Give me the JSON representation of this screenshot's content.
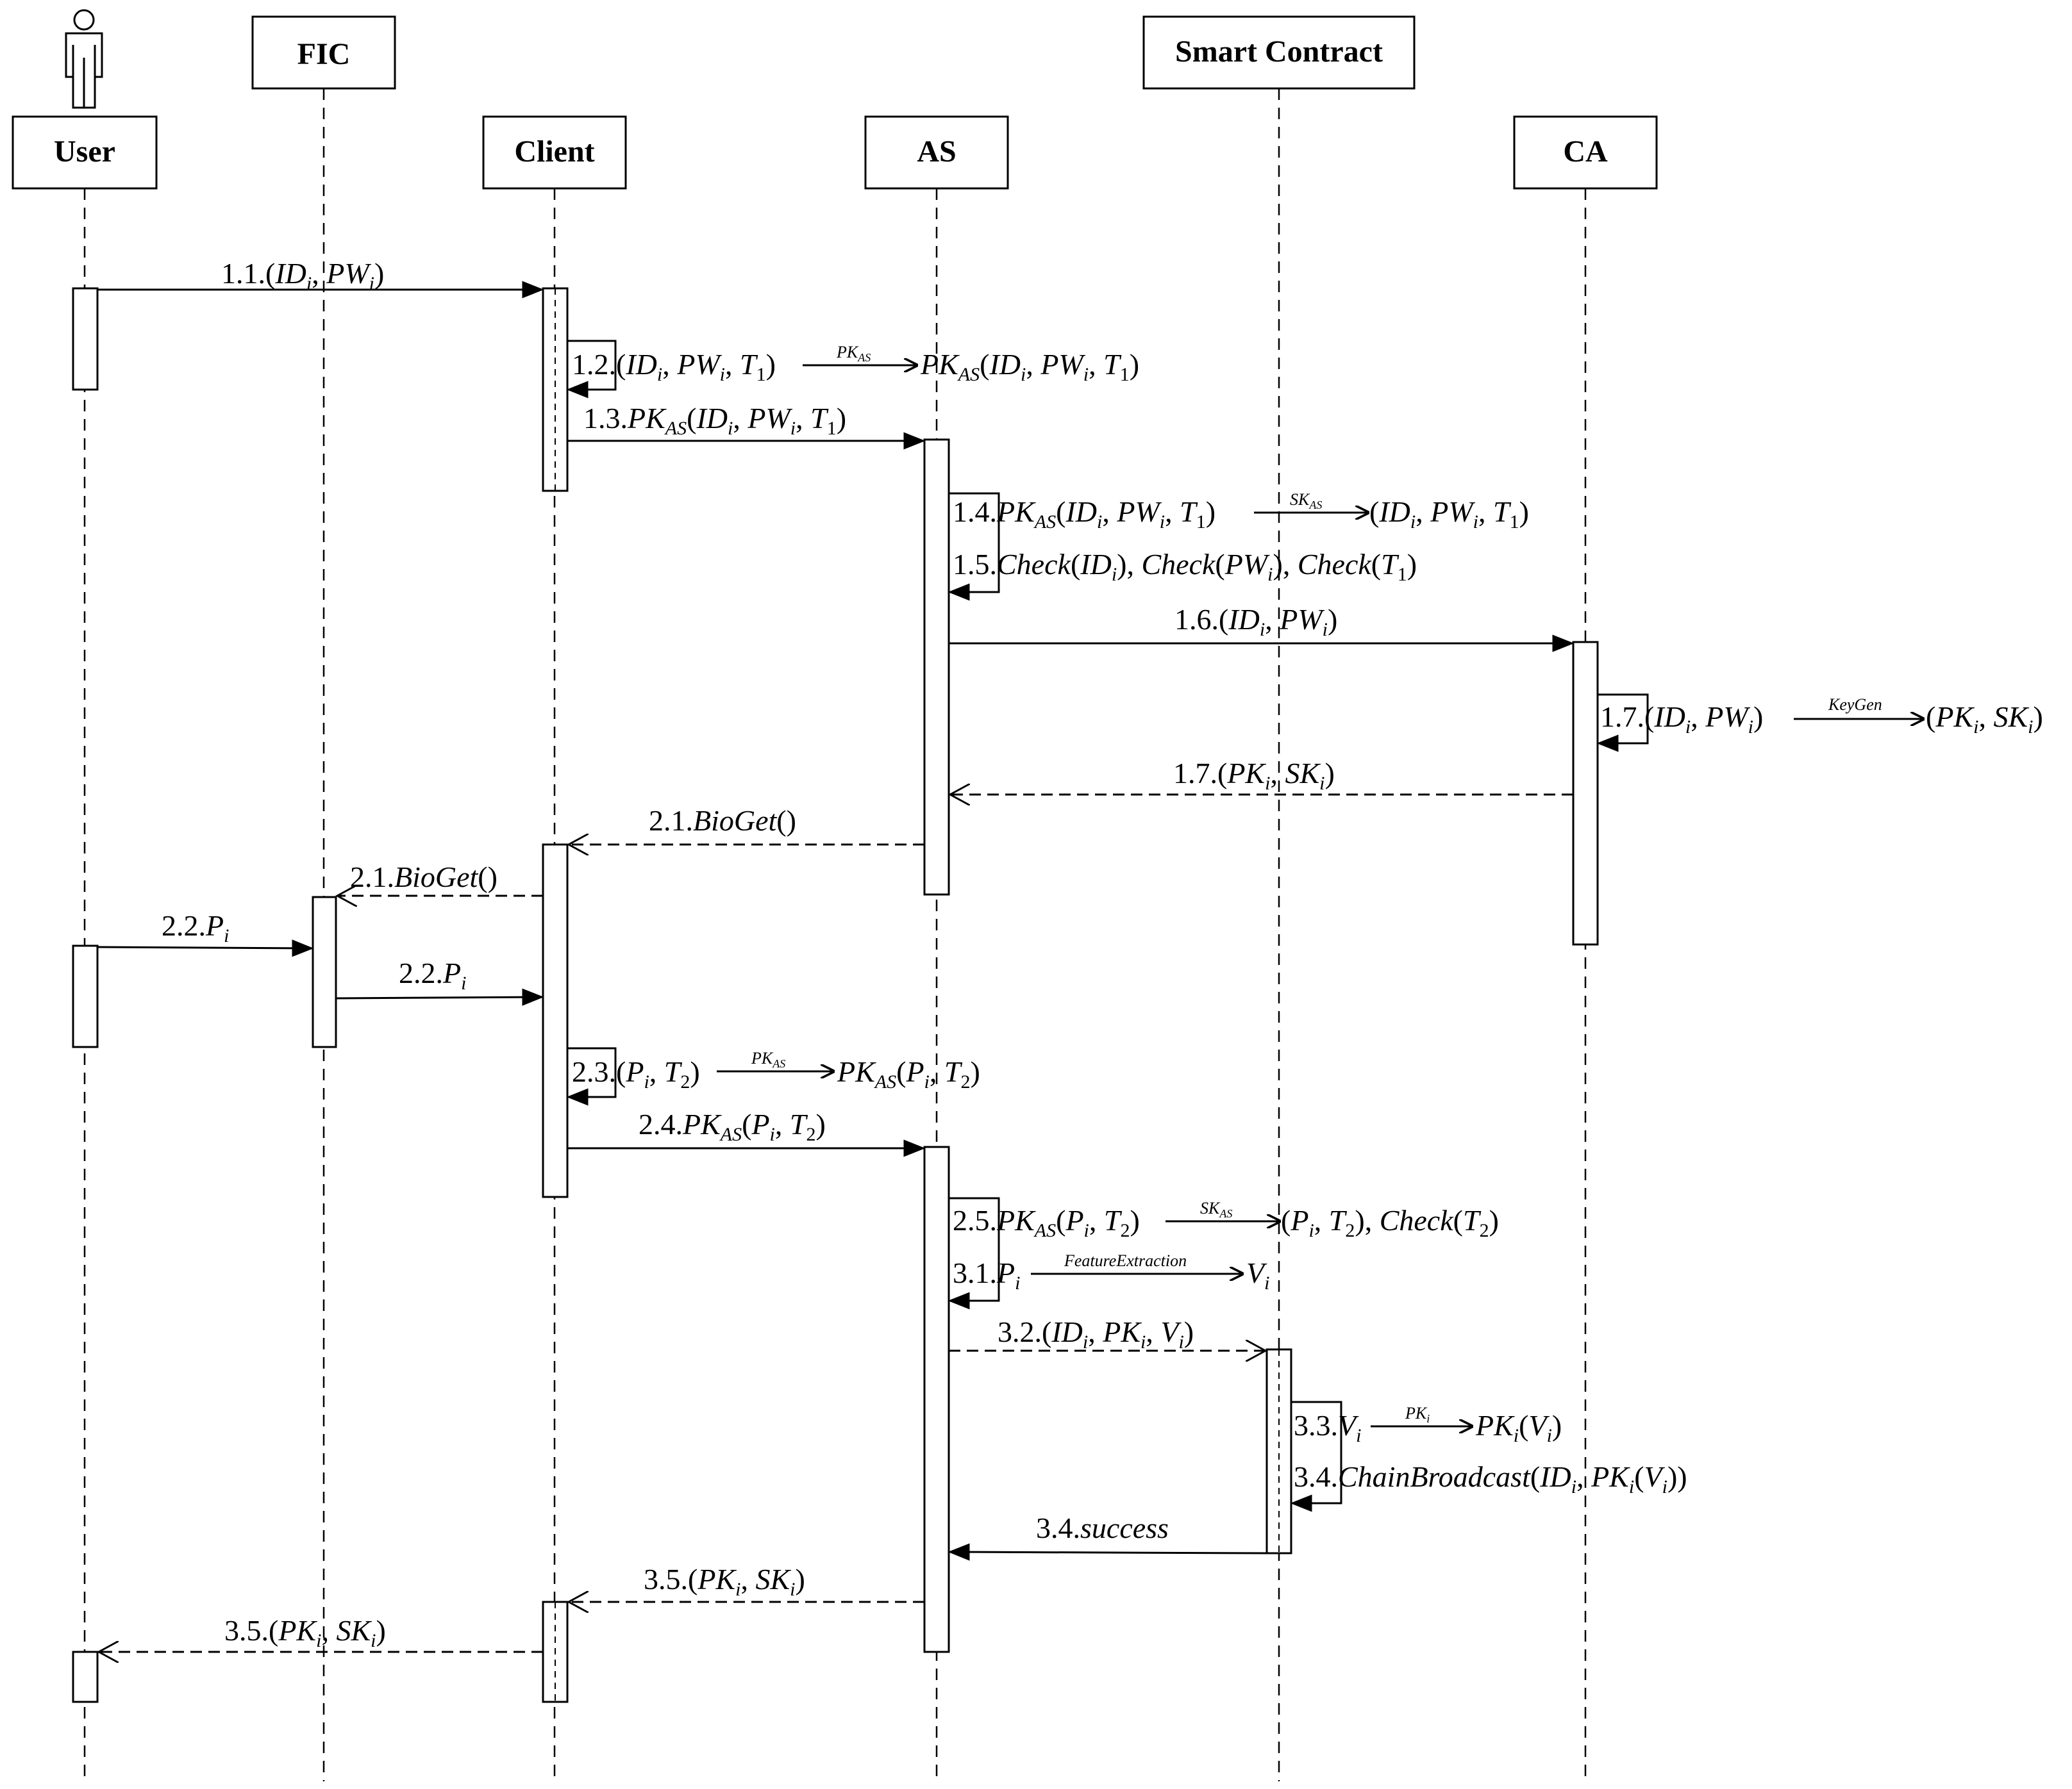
{
  "participants": [
    {
      "id": "user",
      "label": "User"
    },
    {
      "id": "fic",
      "label": "FIC"
    },
    {
      "id": "client",
      "label": "Client"
    },
    {
      "id": "as",
      "label": "AS"
    },
    {
      "id": "smart_contract",
      "label": "Smart Contract"
    },
    {
      "id": "ca",
      "label": "CA"
    }
  ],
  "messages": [
    {
      "step": "1.1",
      "label": "1.1.(ID_i, PW_i)",
      "from": "user",
      "to": "client",
      "style": "solid"
    },
    {
      "step": "1.2",
      "label": "1.2.(ID_i, PW_i, T_1) —PK_AS→ PK_AS(ID_i, PW_i, T_1)",
      "from": "client",
      "to": "client",
      "style": "self"
    },
    {
      "step": "1.3",
      "label": "1.3.PK_AS(ID_i, PW_i, T_1)",
      "from": "client",
      "to": "as",
      "style": "solid"
    },
    {
      "step": "1.4",
      "label": "1.4.PK_AS(ID_i, PW_i, T_1) —SK_AS→ (ID_i, PW_i, T_1)",
      "from": "as",
      "to": "as",
      "style": "self"
    },
    {
      "step": "1.5",
      "label": "1.5.Check(ID_i), Check(PW_i), Check(T_1)",
      "from": "as",
      "to": "as",
      "style": "self"
    },
    {
      "step": "1.6",
      "label": "1.6.(ID_i, PW_i)",
      "from": "as",
      "to": "ca",
      "style": "solid"
    },
    {
      "step": "1.7",
      "label": "1.7.(ID_i, PW_i) —KeyGen→ (PK_i, SK_i)",
      "from": "ca",
      "to": "ca",
      "style": "self"
    },
    {
      "step": "1.7",
      "label": "1.7.(PK_i, SK_i)",
      "from": "ca",
      "to": "as",
      "style": "dashed"
    },
    {
      "step": "2.1",
      "label": "2.1.BioGet()",
      "from": "as",
      "to": "client",
      "style": "dashed"
    },
    {
      "step": "2.1",
      "label": "2.1.BioGet()",
      "from": "client",
      "to": "fic",
      "style": "dashed"
    },
    {
      "step": "2.2",
      "label": "2.2.P_i",
      "from": "user",
      "to": "fic",
      "style": "solid"
    },
    {
      "step": "2.2",
      "label": "2.2.P_i",
      "from": "fic",
      "to": "client",
      "style": "solid"
    },
    {
      "step": "2.3",
      "label": "2.3.(P_i, T_2) —PK_AS→ PK_AS(P_i, T_2)",
      "from": "client",
      "to": "client",
      "style": "self"
    },
    {
      "step": "2.4",
      "label": "2.4.PK_AS(P_i, T_2)",
      "from": "client",
      "to": "as",
      "style": "solid"
    },
    {
      "step": "2.5",
      "label": "2.5.PK_AS(P_i, T_2) —SK_AS→ (P_i, T_2), Check(T_2)",
      "from": "as",
      "to": "as",
      "style": "self"
    },
    {
      "step": "3.1",
      "label": "3.1.P_i —FeatureExtraction→ V_i",
      "from": "as",
      "to": "as",
      "style": "self"
    },
    {
      "step": "3.2",
      "label": "3.2.(ID_i, PK_i, V_i)",
      "from": "as",
      "to": "smart_contract",
      "style": "dashed"
    },
    {
      "step": "3.3",
      "label": "3.3.V_i —PK_i→ PK_i(V_i)",
      "from": "smart_contract",
      "to": "smart_contract",
      "style": "self"
    },
    {
      "step": "3.4",
      "label": "3.4.ChainBroadcast(ID_i, PK_i(V_i))",
      "from": "smart_contract",
      "to": "smart_contract",
      "style": "self"
    },
    {
      "step": "3.4",
      "label": "3.4.success",
      "from": "smart_contract",
      "to": "as",
      "style": "solid"
    },
    {
      "step": "3.5",
      "label": "3.5.(PK_i, SK_i)",
      "from": "as",
      "to": "client",
      "style": "dashed"
    },
    {
      "step": "3.5",
      "label": "3.5.(PK_i, SK_i)",
      "from": "client",
      "to": "user",
      "style": "dashed"
    }
  ],
  "arrow_labels": {
    "pk_as": "PK",
    "pk_as_sub": "AS",
    "sk_as": "SK",
    "sk_as_sub": "AS",
    "keygen": "KeyGen",
    "feature_extraction": "FeatureExtraction",
    "pk_i": "PK",
    "pk_i_sub": "i"
  },
  "actor_icon": "person-icon"
}
